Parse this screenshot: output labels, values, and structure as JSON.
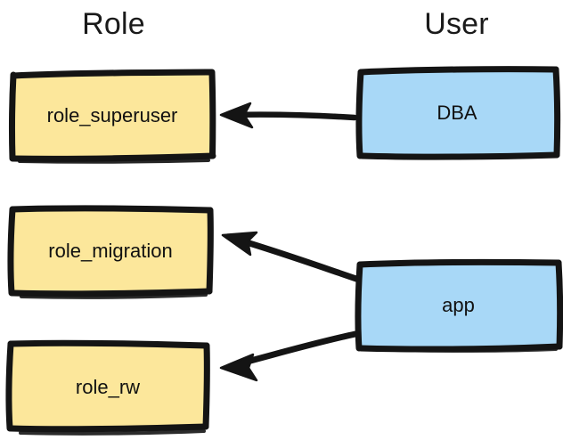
{
  "diagram": {
    "title_columns": {
      "role": "Role",
      "user": "User"
    },
    "style": {
      "role_fill": "#FCE79B",
      "user_fill": "#A8D8F7",
      "stroke": "#141414",
      "background": "#FFFFFF",
      "text": "#111111"
    },
    "nodes": [
      {
        "id": "role_superuser",
        "label": "role_superuser",
        "column": "Role",
        "fill": "#FCE79B"
      },
      {
        "id": "role_migration",
        "label": "role_migration",
        "column": "Role",
        "fill": "#FCE79B"
      },
      {
        "id": "role_rw",
        "label": "role_rw",
        "column": "Role",
        "fill": "#FCE79B"
      },
      {
        "id": "dba",
        "label": "DBA",
        "column": "User",
        "fill": "#A8D8F7"
      },
      {
        "id": "app",
        "label": "app",
        "column": "User",
        "fill": "#A8D8F7"
      }
    ],
    "edges": [
      {
        "id": "dba-to-role-superuser",
        "from": "DBA",
        "to": "role_superuser",
        "direction": "left",
        "shape": "straight-horizontal"
      },
      {
        "id": "app-to-role-migration",
        "from": "app",
        "to": "role_migration",
        "direction": "left",
        "shape": "diagonal-up"
      },
      {
        "id": "app-to-role-rw",
        "from": "app",
        "to": "role_rw",
        "direction": "left",
        "shape": "diagonal-down"
      }
    ]
  }
}
